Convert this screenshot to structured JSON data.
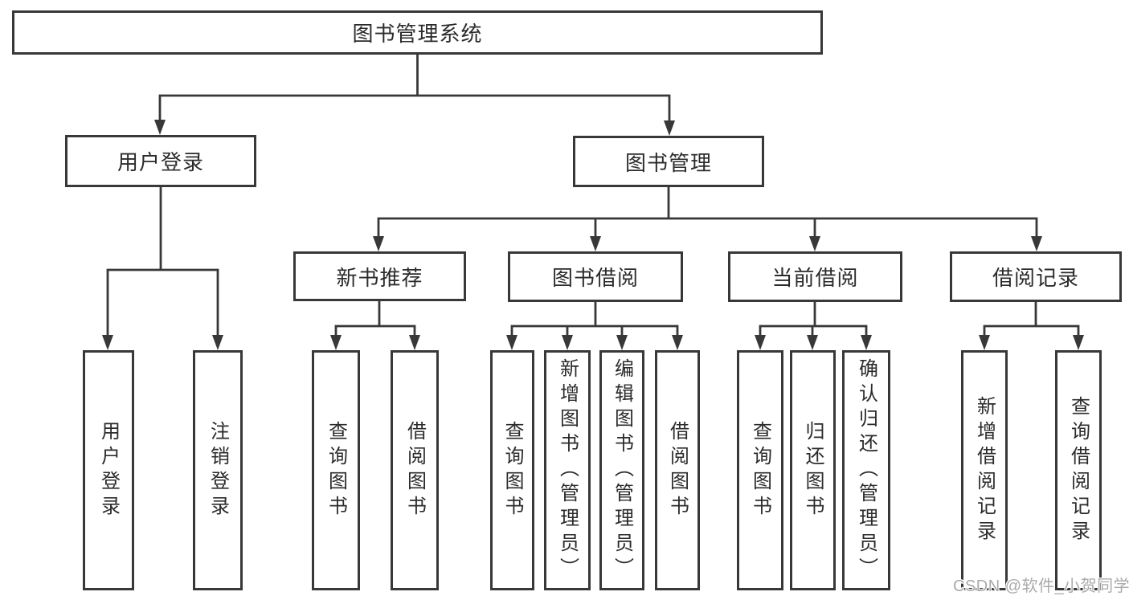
{
  "tree": {
    "root": {
      "label": "图书管理系统",
      "children": [
        {
          "label": "用户登录",
          "children": [
            {
              "label": "用户登录"
            },
            {
              "label": "注销登录"
            }
          ]
        },
        {
          "label": "图书管理",
          "children": [
            {
              "label": "新书推荐",
              "children": [
                {
                  "label": "查询图书"
                },
                {
                  "label": "借阅图书"
                }
              ]
            },
            {
              "label": "图书借阅",
              "children": [
                {
                  "label": "查询图书"
                },
                {
                  "label": "新增图书（管理员）"
                },
                {
                  "label": "编辑图书（管理员）"
                },
                {
                  "label": "借阅图书"
                }
              ]
            },
            {
              "label": "当前借阅",
              "children": [
                {
                  "label": "查询图书"
                },
                {
                  "label": "归还图书"
                },
                {
                  "label": "确认归还（管理员）"
                }
              ]
            },
            {
              "label": "借阅记录",
              "children": [
                {
                  "label": "新增借阅记录"
                },
                {
                  "label": "查询借阅记录"
                }
              ]
            }
          ]
        }
      ]
    }
  },
  "watermark": {
    "text": "CSDN @软件_小贺同学"
  },
  "colors": {
    "line": "#383838",
    "text": "#2b2b2b",
    "box_background": "#ffffff",
    "watermark": "#aaaaaa",
    "background": "#ffffff"
  }
}
